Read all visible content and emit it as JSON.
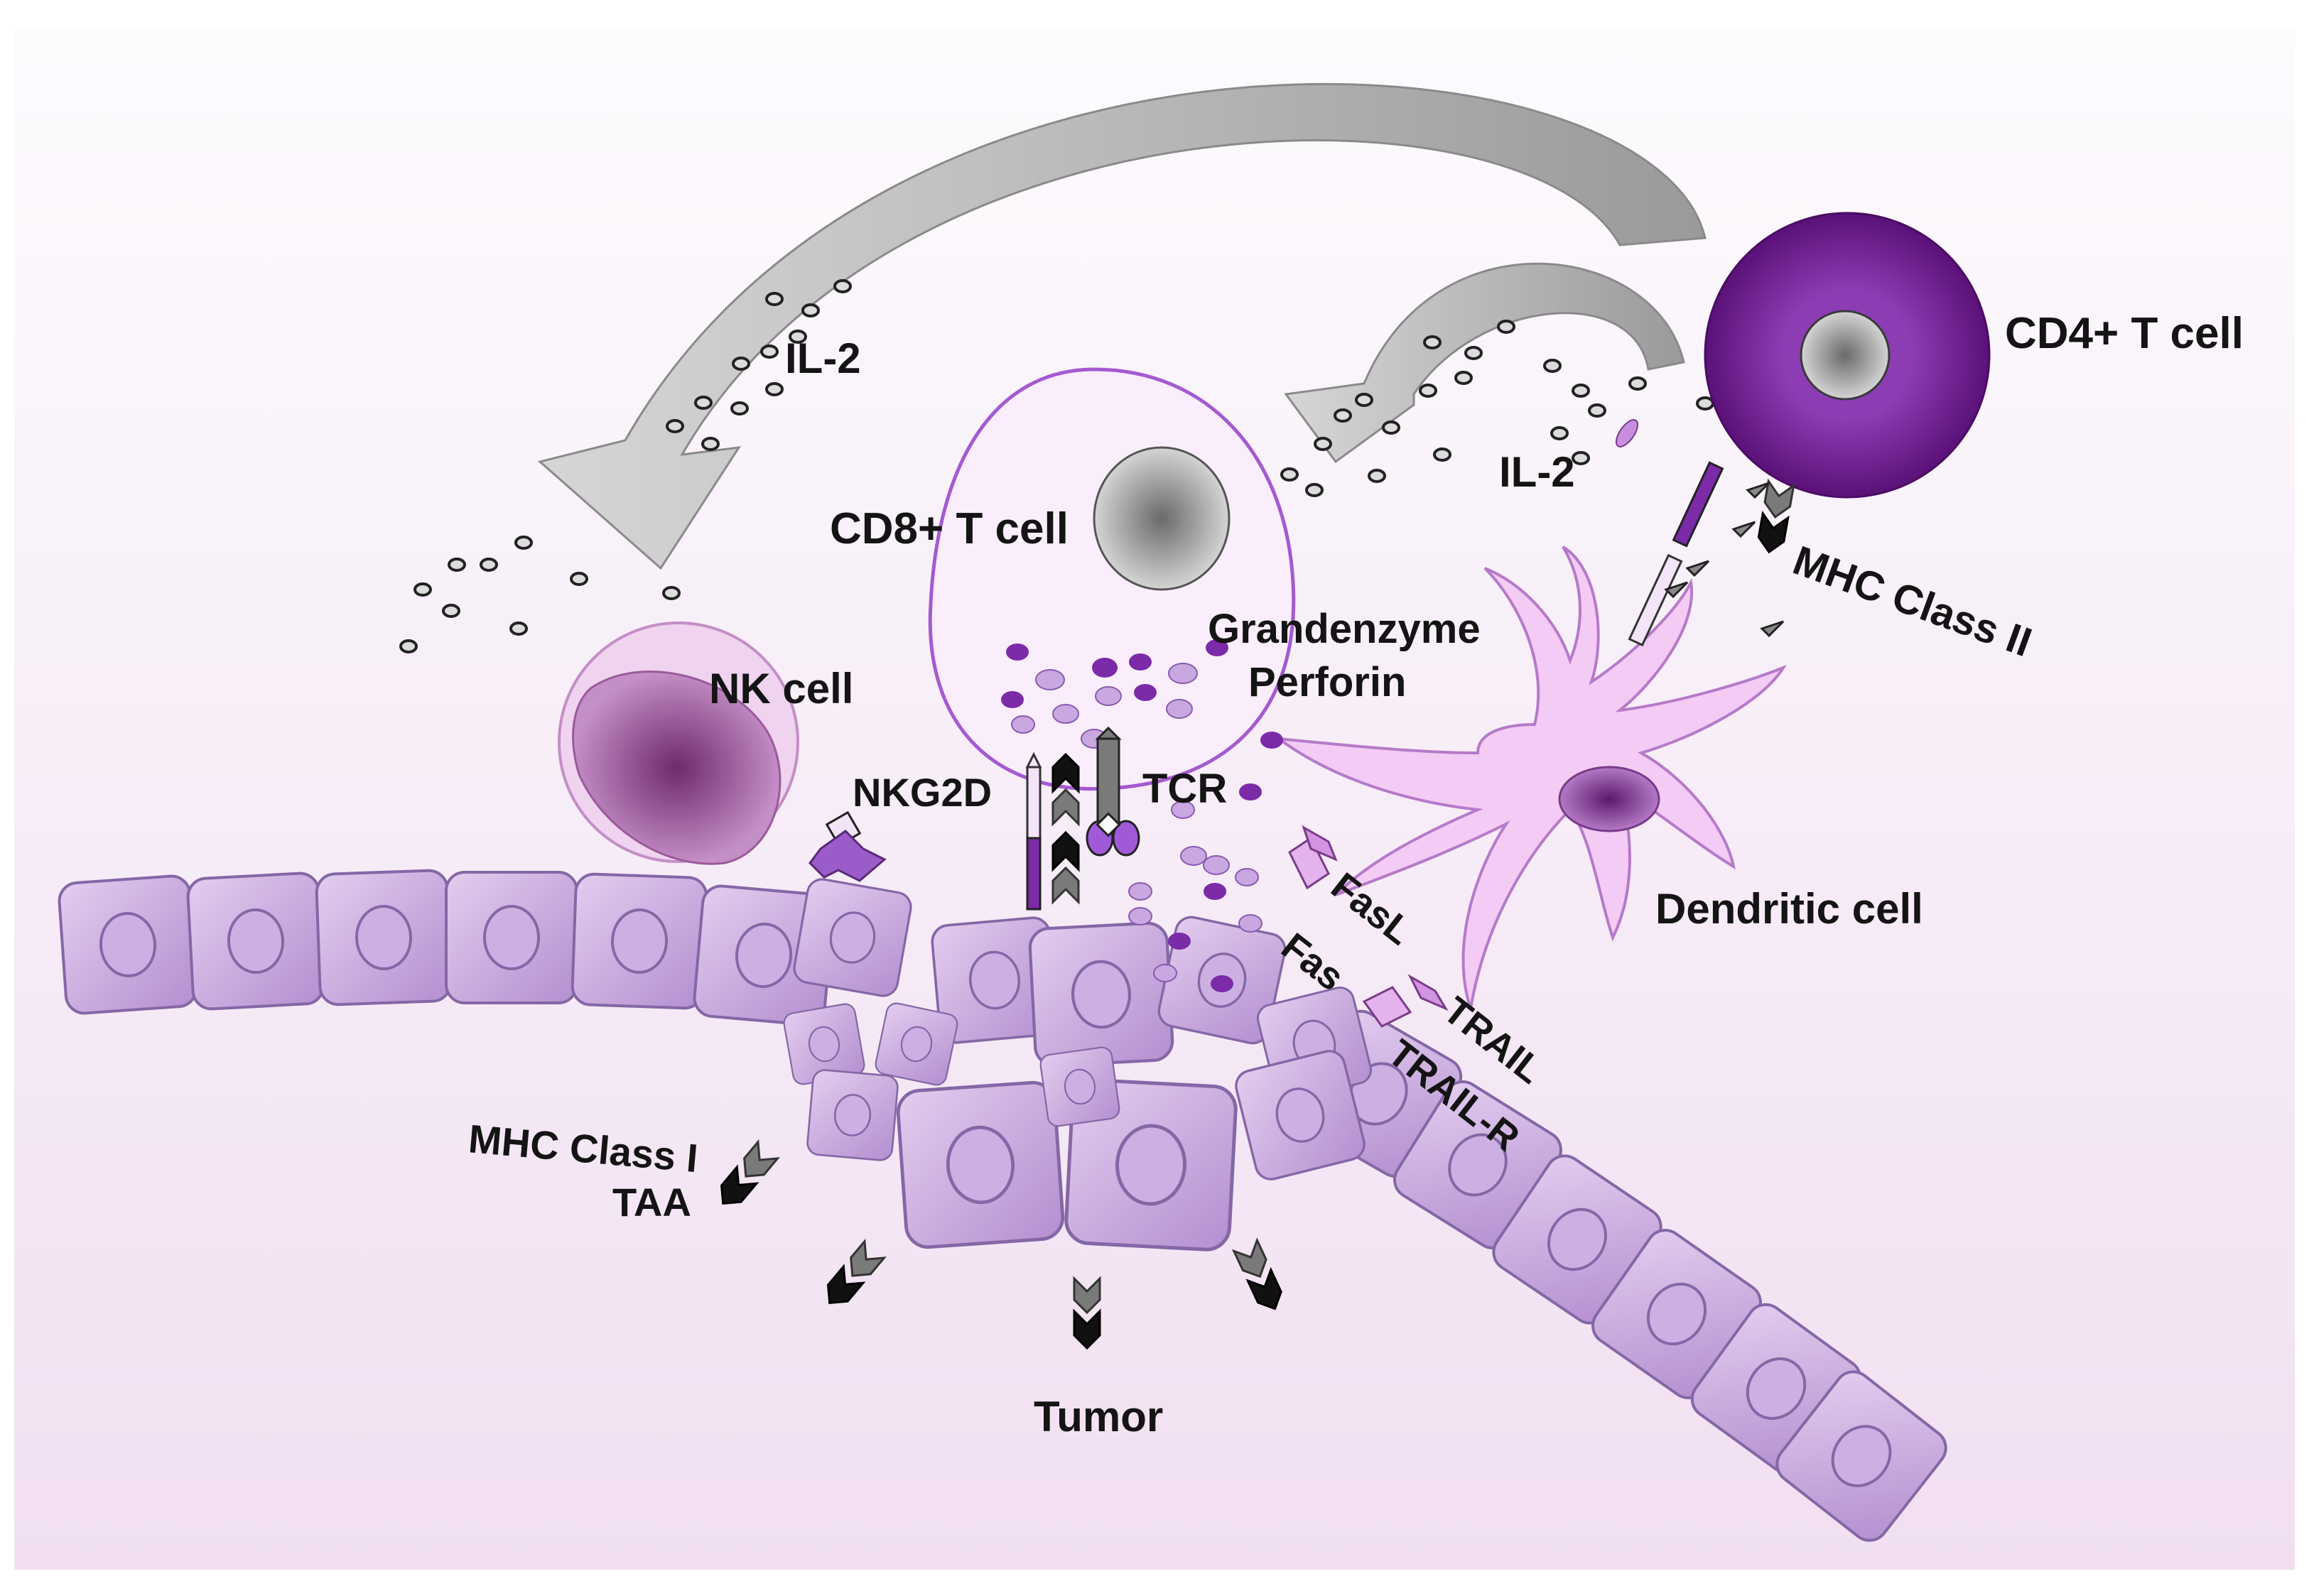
{
  "labels": {
    "il2_left": "IL-2",
    "il2_right": "IL-2",
    "cd4_t_cell": "CD4+ T cell",
    "cd8_t_cell": "CD8+ T cell",
    "nk_cell": "NK cell",
    "nkg2d": "NKG2D",
    "tcr": "TCR",
    "grandenzyme": "Grandenzyme",
    "perforin": "Perforin",
    "mhc_class_ii": "MHC Class II",
    "dendritic_cell": "Dendritic cell",
    "fasl": "FasL",
    "fas": "Fas",
    "trail": "TRAIL",
    "trail_r": "TRAIL-R",
    "mhc_class_i": "MHC Class I",
    "taa": "TAA",
    "tumor": "Tumor"
  },
  "colors": {
    "background_top": "#fdfbfe",
    "background_bottom": "#f1dff1",
    "cell_fill": "#c7a4dc",
    "cell_fill_light": "#dcc3ea",
    "cell_stroke": "#7a5a9a",
    "cd4_dark": "#5e1480",
    "cd4_mid": "#8a3cb0",
    "cd8_membrane": "#a45ad0",
    "nk_fill": "#e7c4e8",
    "nk_nucleus": "#9e5f9e",
    "dendritic": "#f0c6f2",
    "dendritic_stroke": "#b27ac8",
    "granule_dark": "#7b2aa8",
    "granule_light": "#c9a7e0",
    "grey_arrow": "#b8b8b8",
    "receptor_grey": "#777777",
    "receptor_black": "#111111",
    "il2_dot": "#d9d9d9"
  },
  "icons": {
    "big_curved_arrow": "curved-arrow-icon",
    "small_curved_arrow": "curved-arrow-icon",
    "il2_molecule": "il2-dot-icon",
    "receptor": "receptor-chevron-icon",
    "granule": "granule-icon"
  }
}
